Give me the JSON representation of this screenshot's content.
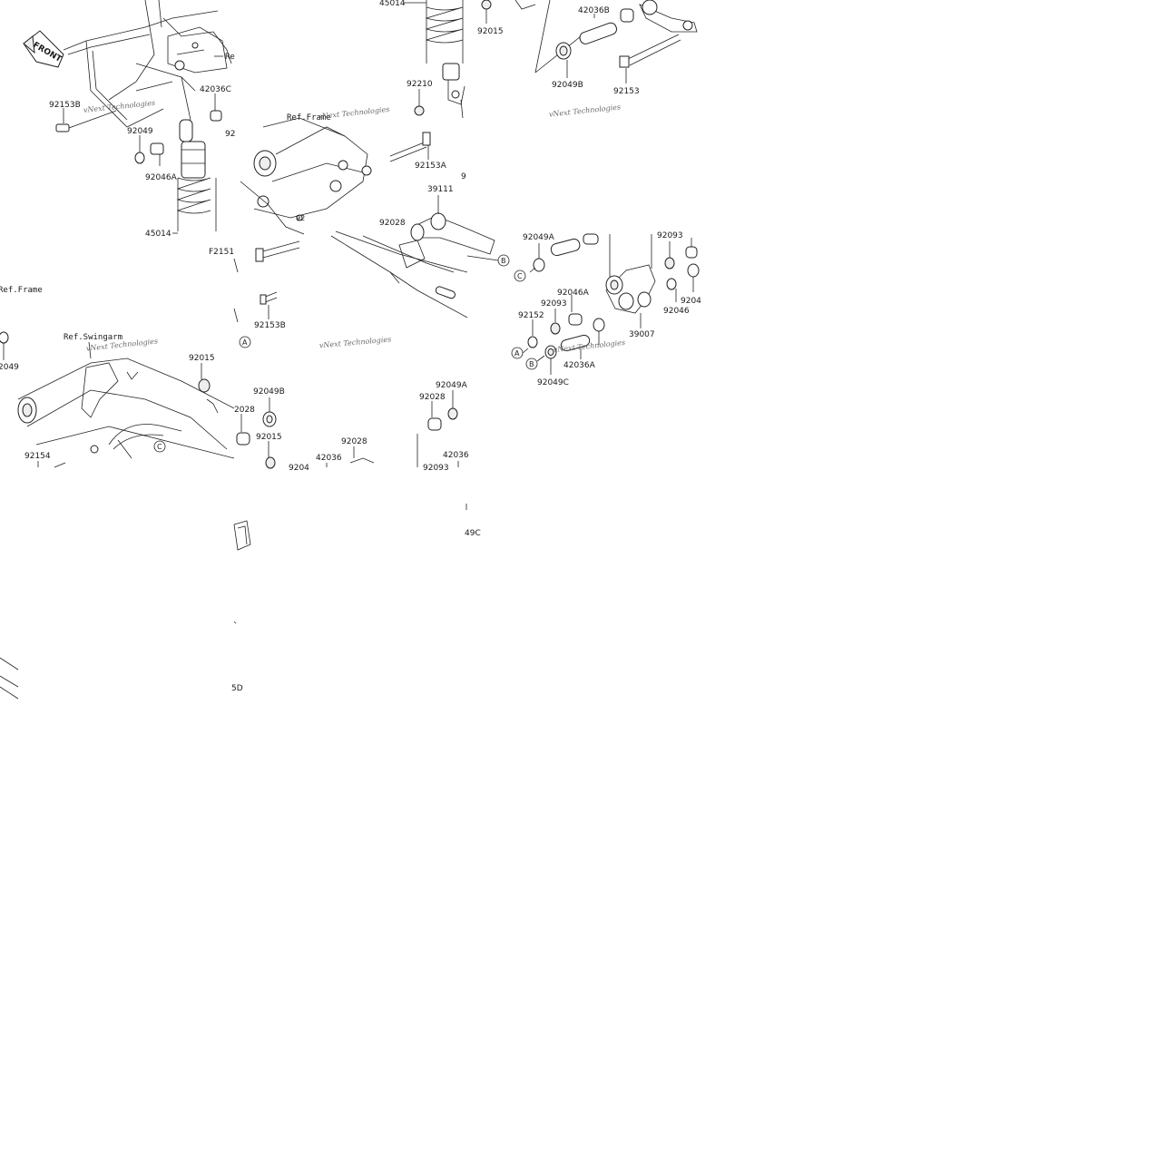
{
  "front_badge": "FRONT",
  "watermark": "vNext Technologies",
  "refs": {
    "ref_frame_1": "Ref.Frame",
    "ref_frame_2": "Ref.Frame",
    "ref_swingarm": "Ref.Swingarm",
    "ref_partial": "Re"
  },
  "markers": {
    "a": "A",
    "b": "B",
    "c": "C"
  },
  "parts": {
    "p45014_top": "45014",
    "p92015_top": "92015",
    "p42036B": "42036B",
    "p92049B_top": "92049B",
    "p92153": "92153",
    "p92210": "92210",
    "p92153B_left": "92153B",
    "p42036C": "42036C",
    "p92049_left": "92049",
    "p92046A": "92046A",
    "p45014_left": "45014",
    "p92153A": "92153A",
    "p39111": "39111",
    "p92028_mid": "92028",
    "p92049A_right": "92049A",
    "p92093_right": "92093",
    "p92046A_right": "92046A",
    "p92093_mid": "92093",
    "p92152": "92152",
    "p92046": "92046",
    "p9204": "9204",
    "p39007": "39007",
    "p42036A": "42036A",
    "p92049C": "92049C",
    "pF2151": "F2151",
    "p92153B_mid": "92153B",
    "p2049_left": "2049",
    "p92015_left": "92015",
    "p92049B_mid": "92049B",
    "p2028": "2028",
    "p92015_mid": "92015",
    "p92154": "92154",
    "p92049A_bot": "92049A",
    "p92028_bot": "92028",
    "p92028_bot2": "92028",
    "p42036_bot": "42036",
    "p42036_bot2": "42036",
    "p92093_bot": "92093",
    "p92049_frag": "9204",
    "p49C": "49C",
    "p5D": "5D",
    "p92_frag": "92",
    "p92_frag2": "92",
    "p92_frag3": "9"
  }
}
